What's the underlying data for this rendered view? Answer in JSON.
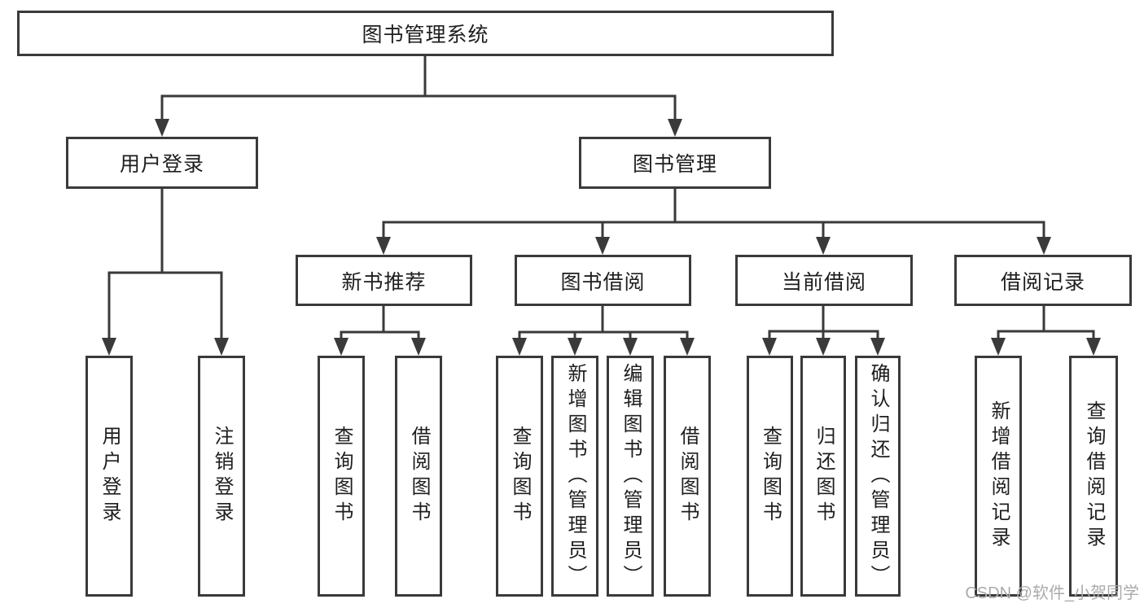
{
  "diagram": {
    "root_label": "图书管理系统",
    "user_login": {
      "label": "用户登录",
      "children": [
        "用户登录",
        "注销登录"
      ]
    },
    "book_management": {
      "label": "图书管理"
    },
    "new_book": {
      "label": "新书推荐",
      "children": [
        "查询图书",
        "借阅图书"
      ]
    },
    "book_borrow": {
      "label": "图书借阅",
      "children": [
        "查询图书",
        "新增图书（管理员）",
        "编辑图书（管理员）",
        "借阅图书"
      ]
    },
    "current_borrow": {
      "label": "当前借阅",
      "children": [
        "查询图书",
        "归还图书",
        "确认归还（管理员）"
      ]
    },
    "borrow_record": {
      "label": "借阅记录",
      "children": [
        "新增借阅记录",
        "查询借阅记录"
      ]
    }
  },
  "watermark": "CSDN @软件_小贺同学",
  "colors": {
    "line": "#3a3a3a",
    "text": "#1e1e1e",
    "watermark": "#ababab",
    "background": "#ffffff"
  }
}
